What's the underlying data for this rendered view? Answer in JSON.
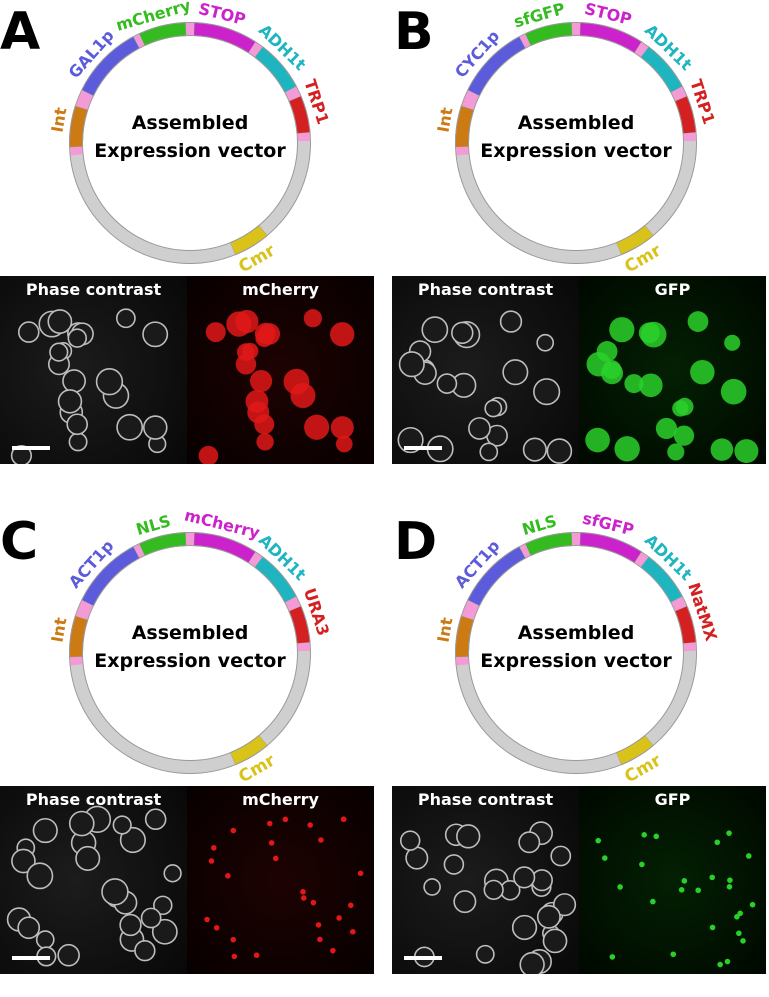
{
  "panels": [
    {
      "letter": "A",
      "center_line1": "Assembled",
      "center_line2": "Expression vector",
      "parts": [
        {
          "text": "Int",
          "color": "#cc7a14"
        },
        {
          "text": "GAL1p",
          "color": "#5b5bdb"
        },
        {
          "text": "mCherry",
          "color": "#33bb1f"
        },
        {
          "text": "STOP",
          "color": "#cc22cc"
        },
        {
          "text": "ADH1t",
          "color": "#1fb5c0"
        },
        {
          "text": "TRP1",
          "color": "#d42020"
        },
        {
          "text": "Cmr",
          "color": "#d9c21a"
        }
      ],
      "micro_left_label": "Phase contrast",
      "micro_right_label": "mCherry",
      "micro_channel": "red",
      "pattern": "cytoplasmic"
    },
    {
      "letter": "B",
      "center_line1": "Assembled",
      "center_line2": "Expression vector",
      "parts": [
        {
          "text": "Int",
          "color": "#cc7a14"
        },
        {
          "text": "CYC1p",
          "color": "#5b5bdb"
        },
        {
          "text": "sfGFP",
          "color": "#33bb1f"
        },
        {
          "text": "STOP",
          "color": "#cc22cc"
        },
        {
          "text": "ADH1t",
          "color": "#1fb5c0"
        },
        {
          "text": "TRP1",
          "color": "#d42020"
        },
        {
          "text": "Cmr",
          "color": "#d9c21a"
        }
      ],
      "micro_left_label": "Phase contrast",
      "micro_right_label": "GFP",
      "micro_channel": "green",
      "pattern": "cytoplasmic"
    },
    {
      "letter": "C",
      "center_line1": "Assembled",
      "center_line2": "Expression vector",
      "parts": [
        {
          "text": "Int",
          "color": "#cc7a14"
        },
        {
          "text": "ACT1p",
          "color": "#5b5bdb"
        },
        {
          "text": "NLS",
          "color": "#33bb1f"
        },
        {
          "text": "mCherry",
          "color": "#cc22cc"
        },
        {
          "text": "ADH1t",
          "color": "#1fb5c0"
        },
        {
          "text": "URA3",
          "color": "#d42020"
        },
        {
          "text": "Cmr",
          "color": "#d9c21a"
        }
      ],
      "micro_left_label": "Phase contrast",
      "micro_right_label": "mCherry",
      "micro_channel": "red",
      "pattern": "nuclear"
    },
    {
      "letter": "D",
      "center_line1": "Assembled",
      "center_line2": "Expression vector",
      "parts": [
        {
          "text": "Int",
          "color": "#cc7a14"
        },
        {
          "text": "ACT1p",
          "color": "#5b5bdb"
        },
        {
          "text": "NLS",
          "color": "#33bb1f"
        },
        {
          "text": "sfGFP",
          "color": "#cc22cc"
        },
        {
          "text": "ADH1t",
          "color": "#1fb5c0"
        },
        {
          "text": "NatMX",
          "color": "#d42020"
        },
        {
          "text": "Cmr",
          "color": "#d9c21a"
        }
      ],
      "micro_left_label": "Phase contrast",
      "micro_right_label": "GFP",
      "micro_channel": "green",
      "pattern": "nuclear"
    }
  ],
  "colors": {
    "backbone": "#cfcfcf",
    "linker": "#f49ad6",
    "stroke": "#9a9a9a"
  }
}
